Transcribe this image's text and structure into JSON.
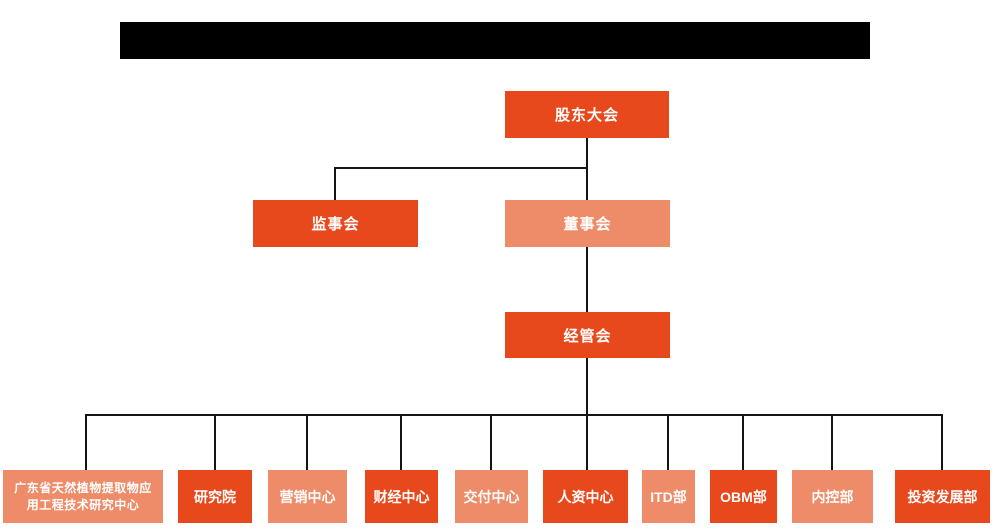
{
  "page": {
    "background_color": "#ffffff",
    "redacted_title_bar": {
      "present": true,
      "color": "#000000"
    }
  },
  "colors": {
    "primary_orange": "#e8491c",
    "light_orange": "#ee8b68",
    "connector_line": "#141414",
    "node_text": "#ffffff"
  },
  "org_chart": {
    "type": "org-tree",
    "root": {
      "label": "股东大会",
      "variant": "primary"
    },
    "level2": [
      {
        "label": "监事会",
        "variant": "primary"
      },
      {
        "label": "董事会",
        "variant": "light"
      }
    ],
    "level3": {
      "label": "经管会",
      "variant": "primary"
    },
    "departments": [
      {
        "label": "广东省天然植物提取物应用工程技术研究中心",
        "variant": "light"
      },
      {
        "label": "研究院",
        "variant": "primary"
      },
      {
        "label": "营销中心",
        "variant": "light"
      },
      {
        "label": "财经中心",
        "variant": "primary"
      },
      {
        "label": "交付中心",
        "variant": "light"
      },
      {
        "label": "人资中心",
        "variant": "primary"
      },
      {
        "label": "ITD部",
        "variant": "light"
      },
      {
        "label": "OBM部",
        "variant": "primary"
      },
      {
        "label": "内控部",
        "variant": "light"
      },
      {
        "label": "投资发展部",
        "variant": "primary"
      }
    ]
  }
}
